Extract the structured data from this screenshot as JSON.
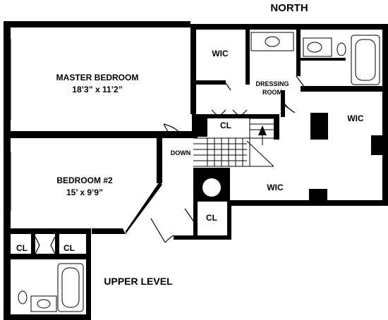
{
  "compass": "NORTH",
  "level": "UPPER LEVEL",
  "rooms": {
    "master_bedroom": {
      "name": "MASTER BEDROOM",
      "dims": "18’3” x 11’2”"
    },
    "bedroom2": {
      "name": "BEDROOM #2",
      "dims": "15’ x 9’9”"
    },
    "dressing_room": {
      "line1": "DRESSING",
      "line2": "ROOM"
    }
  },
  "labels": {
    "wic_top": "WIC",
    "wic_right": "WIC",
    "wic_center": "WIC",
    "cl_stair": "CL",
    "cl_lower": "CL",
    "cl_left1": "CL",
    "cl_left2": "CL",
    "stair_down": "DOWN"
  }
}
